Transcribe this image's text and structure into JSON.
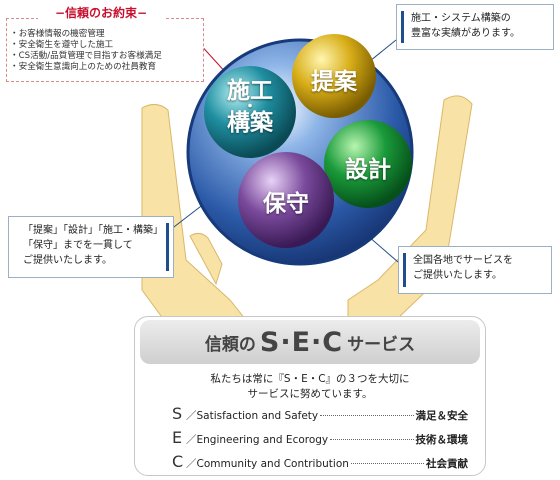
{
  "promise": {
    "title": "−信頼のお約束−",
    "items": [
      "お客様情報の機密管理",
      "安全衛生を遵守した施工",
      "CS活動/品質管理で目指すお客様満足",
      "安全衛生意識向上のための社員教育"
    ]
  },
  "callouts": {
    "top_right": [
      "施工・システム構築の",
      "豊富な実績があります。"
    ],
    "left": [
      "「提案」「設計」「施工・構築」",
      "「保守」までを一貫して",
      "ご提供いたします。"
    ],
    "right": [
      "全国各地でサービスを",
      "ご提供いたします。"
    ]
  },
  "spheres": {
    "proposal": "提案",
    "construction_top": "施工",
    "construction_dot": "・",
    "construction_bottom": "構築",
    "design": "設計",
    "maintenance": "保守"
  },
  "service": {
    "title_pre": "信頼の",
    "title_sec": "S·E·C",
    "title_post": "サービス",
    "intro_line1": "私たちは常に『S・E・C』の３つを大切に",
    "intro_line2": "サービスに努めています。",
    "rows": [
      {
        "letter": "S",
        "label": "／Satisfaction and Safety",
        "jp": "満足＆安全"
      },
      {
        "letter": "E",
        "label": "／Engineering and Ecorogy",
        "jp": "技術＆環境"
      },
      {
        "letter": "C",
        "label": "／Community and Contribution",
        "jp": "社会貢献"
      }
    ]
  },
  "colors": {
    "globe": "#2b5aa8",
    "proposal": "#d8ad18",
    "construction": "#1f8ea0",
    "design": "#1a9a3a",
    "maintenance": "#7a4a9c",
    "hands": "#f8e2a6",
    "accent_red": "#c8102e",
    "accent_blue": "#1f4e8c"
  }
}
